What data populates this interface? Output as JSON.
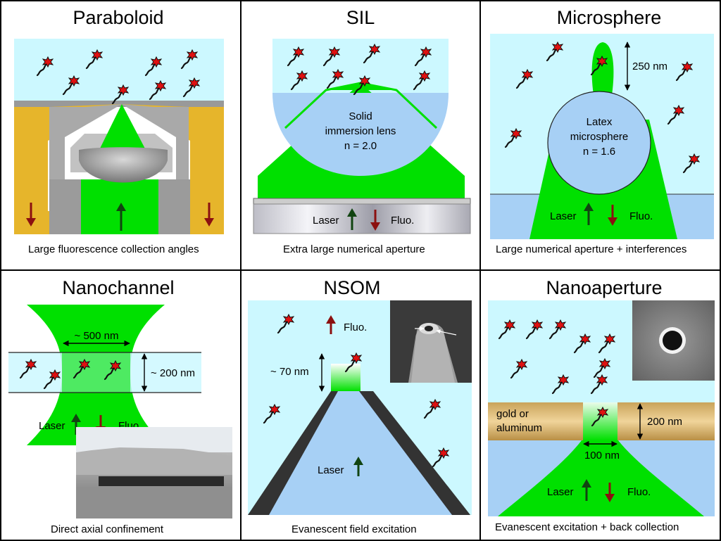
{
  "panels": {
    "paraboloid": {
      "title": "Paraboloid",
      "caption": "Large fluorescence collection angles"
    },
    "sil": {
      "title": "SIL",
      "caption": "Extra large numerical aperture",
      "lens_line1": "Solid",
      "lens_line2": "immersion lens",
      "lens_line3": "n = 2.0",
      "laser": "Laser",
      "fluo": "Fluo."
    },
    "microsphere": {
      "title": "Microsphere",
      "caption": "Large numerical aperture + interferences",
      "sphere_line1": "Latex",
      "sphere_line2": "microsphere",
      "sphere_line3": "n = 1.6",
      "dim": "250 nm",
      "laser": "Laser",
      "fluo": "Fluo."
    },
    "nanochannel": {
      "title": "Nanochannel",
      "caption": "Direct axial confinement",
      "width_dim": "~ 500 nm",
      "height_dim": "~ 200 nm",
      "laser": "Laser",
      "fluo": "Fluo."
    },
    "nsom": {
      "title": "NSOM",
      "caption": "Evanescent field excitation",
      "fluo": "Fluo.",
      "dim": "~ 70 nm",
      "laser": "Laser"
    },
    "nanoaperture": {
      "title": "Nanoaperture",
      "caption": "Evanescent excitation + back collection",
      "metal_line1": "gold or",
      "metal_line2": "aluminum",
      "thickness_dim": "200 nm",
      "diameter_dim": "100 nm",
      "laser": "Laser",
      "fluo": "Fluo."
    }
  },
  "colors": {
    "water": "#ccf8ff",
    "light_green": "#00e000",
    "glass_blue": "#a7d0f5",
    "gold": "#e6b52b",
    "arrow_green": "#114411",
    "arrow_red": "#8b1010"
  }
}
